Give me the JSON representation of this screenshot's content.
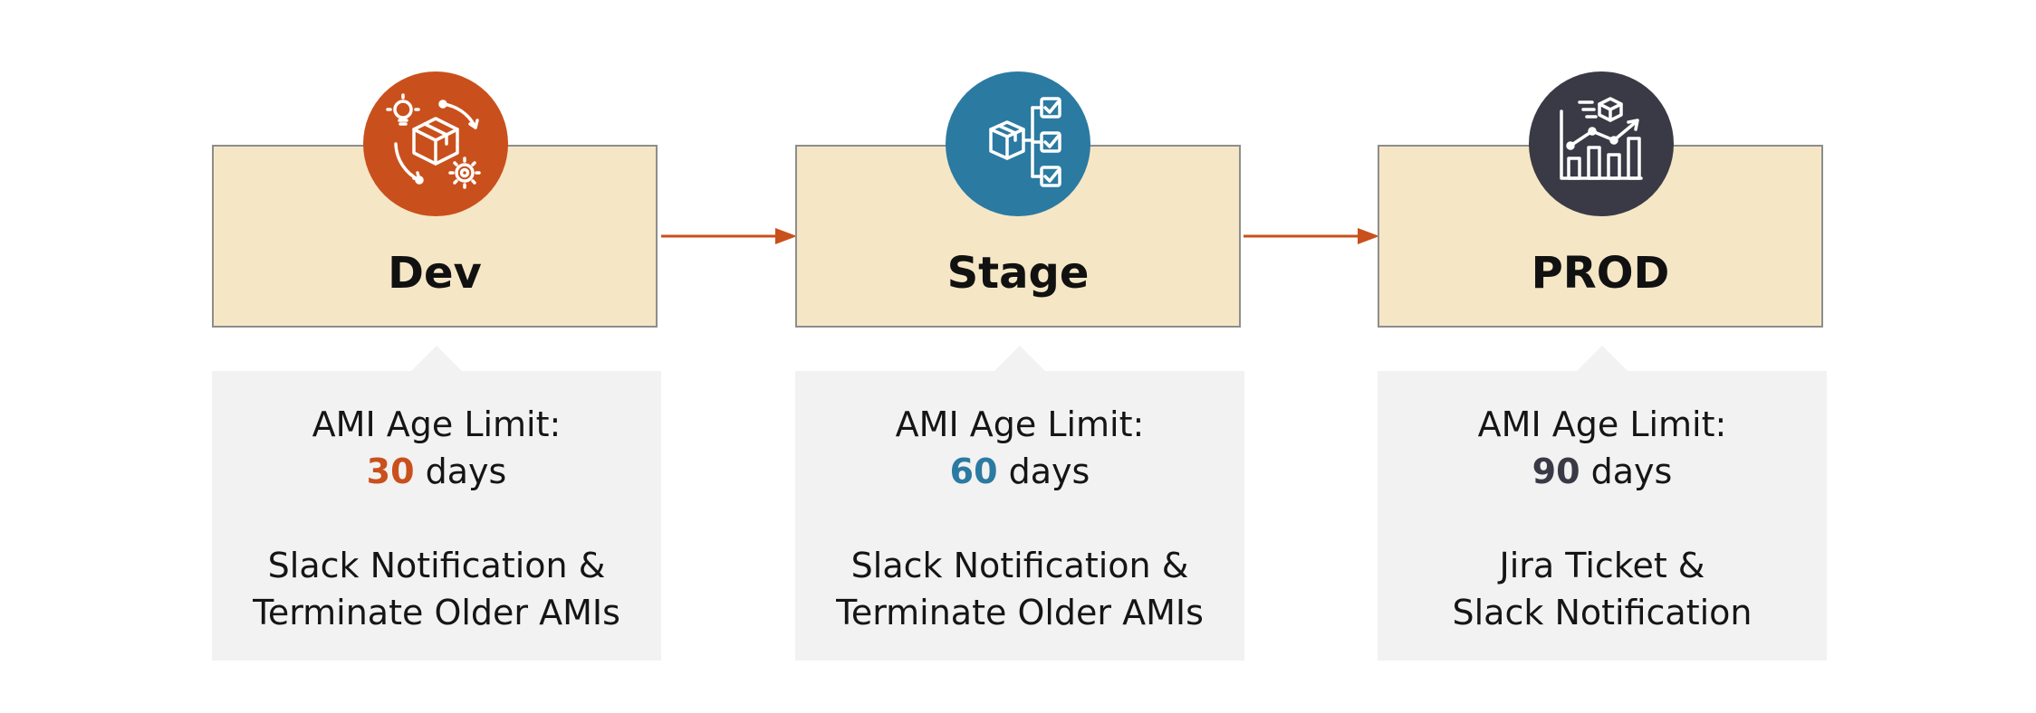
{
  "colors": {
    "dev": "#c9501c",
    "stage": "#2b7aa1",
    "prod": "#3a3a46",
    "arrow": "#c9501c"
  },
  "stages": [
    {
      "title": "Dev",
      "icon": "package-cycle-icon",
      "limit_label": "AMI Age Limit:",
      "days_value": "30",
      "days_unit": "days",
      "action_line_1": "Slack Notification &",
      "action_line_2": "Terminate Older AMIs"
    },
    {
      "title": "Stage",
      "icon": "package-checklist-icon",
      "limit_label": "AMI Age Limit:",
      "days_value": "60",
      "days_unit": "days",
      "action_line_1": "Slack Notification &",
      "action_line_2": "Terminate Older AMIs"
    },
    {
      "title": "PROD",
      "icon": "growth-chart-icon",
      "limit_label": "AMI Age Limit:",
      "days_value": "90",
      "days_unit": "days",
      "action_line_1": "Jira Ticket &",
      "action_line_2": "Slack Notification"
    }
  ]
}
